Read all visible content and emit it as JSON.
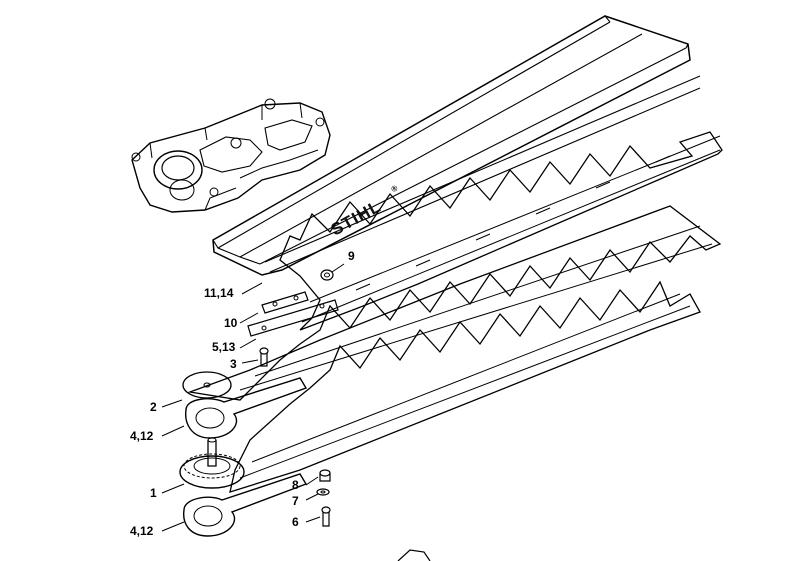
{
  "diagram": {
    "brand_label": "STIHL",
    "brand_mark": "®"
  },
  "callouts": {
    "c9": "9",
    "c11_14": "11,14",
    "c10": "10",
    "c5_13": "5,13",
    "c3": "3",
    "c2": "2",
    "c4_12_a": "4,12",
    "c1": "1",
    "c8": "8",
    "c7": "7",
    "c6": "6",
    "c4_12_b": "4,12"
  }
}
